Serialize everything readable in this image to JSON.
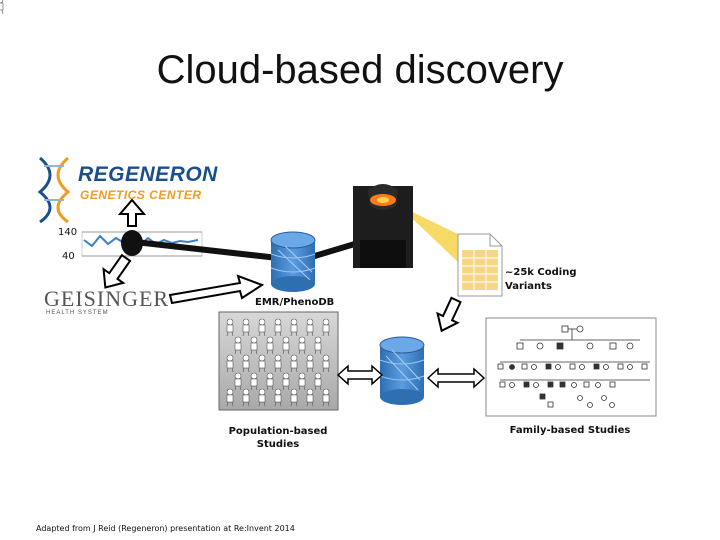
{
  "slide": {
    "title": "Cloud-based discovery",
    "footer": "Adapted from J Reid (Regeneron) presentation at Re:Invent 2014"
  },
  "logos": {
    "regeneron_line1": "REGENERON",
    "regeneron_line2": "GENETICS CENTER",
    "geisinger_line1": "GEISINGER",
    "geisinger_line2": "HEALTH SYSTEM",
    "regeneron_color": "#1a4f8c",
    "regeneron_accent": "#f39a1f"
  },
  "gauge": {
    "upper_value": "140",
    "lower_value": "40"
  },
  "labels": {
    "emr": "EMR/PhenoDB",
    "variants_line1": "~25k Coding",
    "variants_line2": "Variants",
    "population_line1": "Population-based",
    "population_line2": "Studies",
    "family": "Family-based Studies"
  },
  "colors": {
    "database_blue": "#3d7fc4",
    "box_gray": "#bdbdbd",
    "beam_yellow": "#f6d44a"
  }
}
